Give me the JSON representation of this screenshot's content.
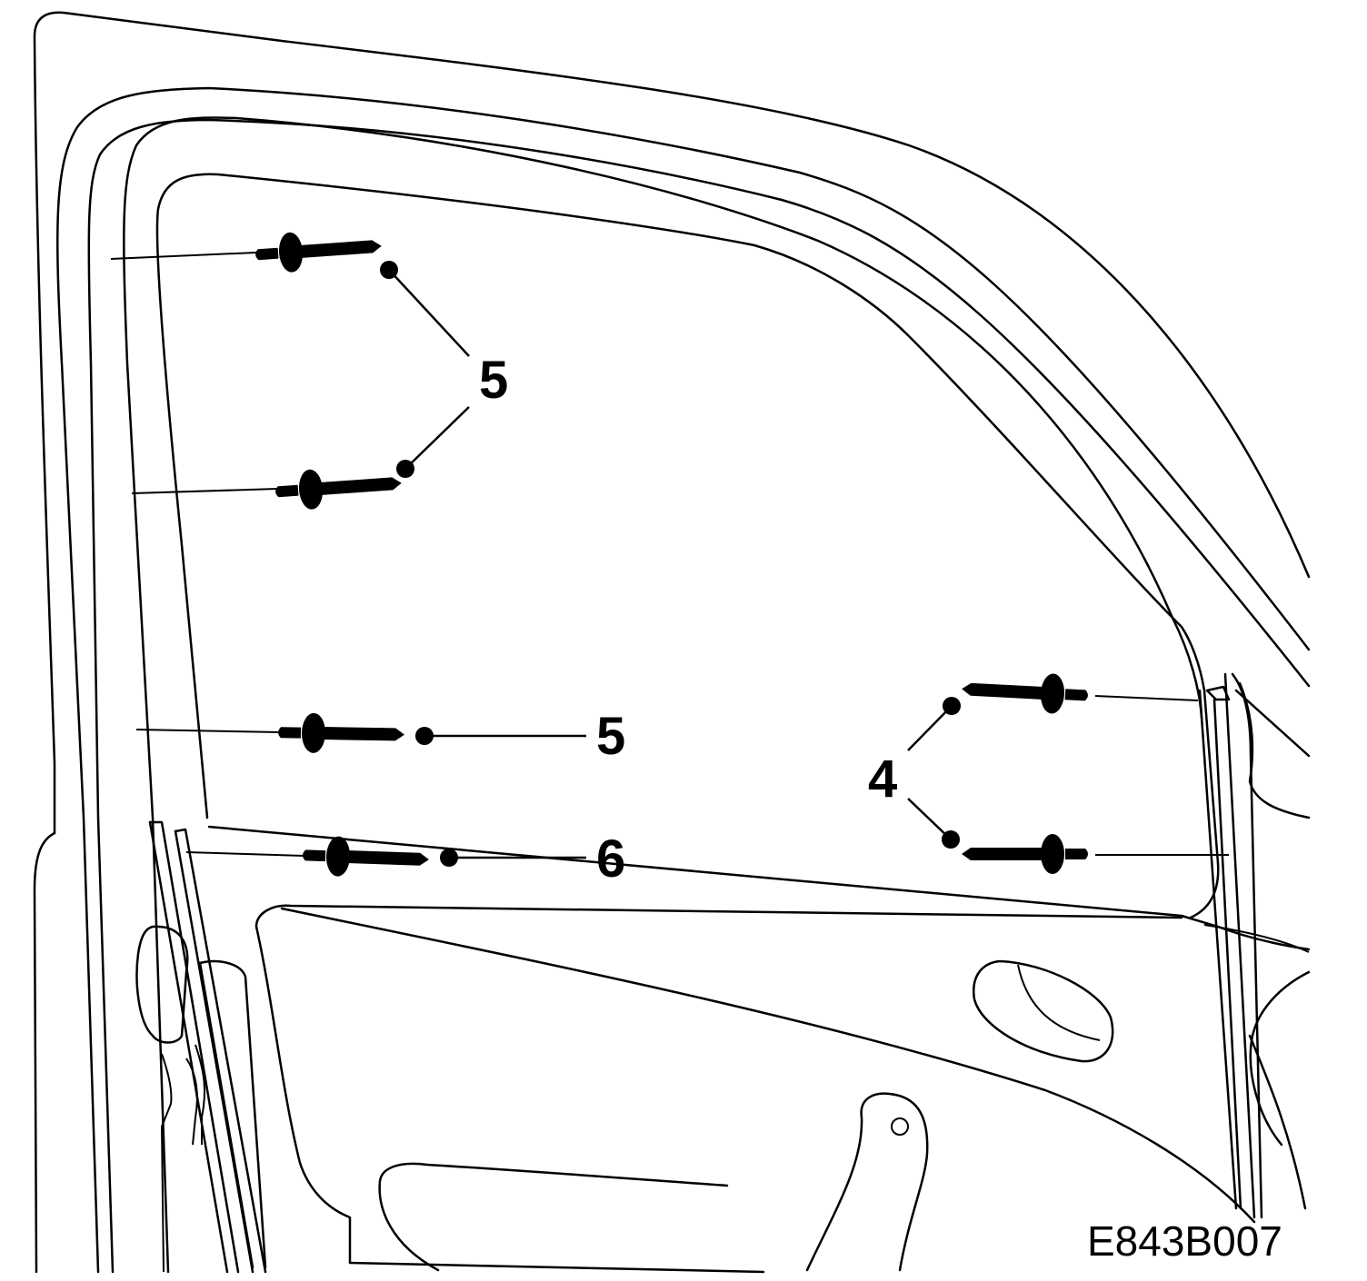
{
  "callouts": {
    "upper_rivets": "5",
    "middle_rivet": "5",
    "lower_rivet": "6",
    "right_rivets": "4"
  },
  "figure_code": "E843B007",
  "icons": [
    "rivet-icon",
    "door-frame-drawing"
  ]
}
